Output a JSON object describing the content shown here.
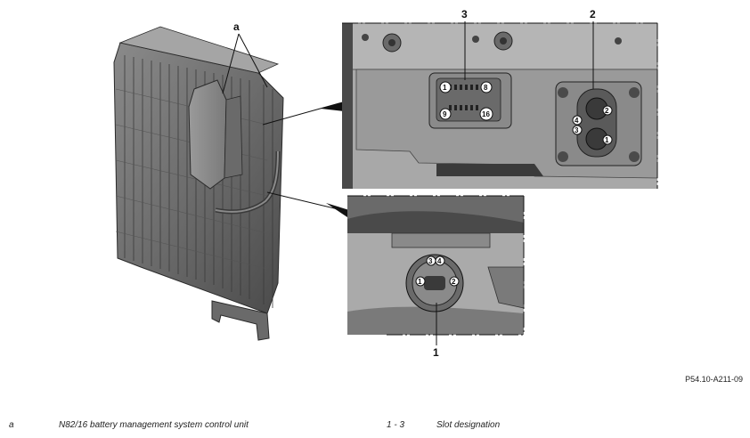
{
  "figure": {
    "callouts": {
      "a": "a",
      "c1": "1",
      "c2": "2",
      "c3": "3"
    },
    "connector3_pins": {
      "p1": "1",
      "p8": "8",
      "p9": "9",
      "p16": "16"
    },
    "connector2_pins": {
      "p1": "1",
      "p2": "2",
      "p3": "3",
      "p4": "4"
    },
    "connector1_pins": {
      "p1": "1",
      "p2": "2",
      "p3": "3",
      "p4": "4"
    },
    "figure_id": "P54.10-A211-09"
  },
  "legend": [
    {
      "key": "a",
      "text": "N82/16 battery management system control unit"
    },
    {
      "key": "1 - 3",
      "text": "Slot designation"
    }
  ]
}
